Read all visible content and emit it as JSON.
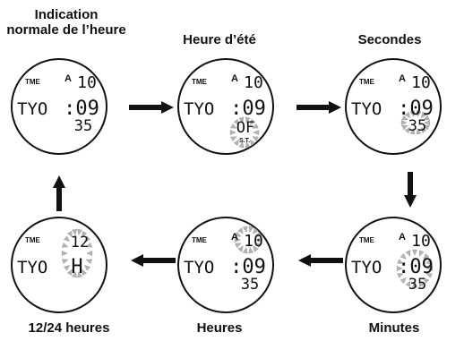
{
  "steps": {
    "normal": {
      "label_line1": "Indication",
      "label_line2": "normale de l’heure",
      "mode": "TME",
      "ampm": "A",
      "city": "TYO",
      "hour": "10",
      "minute": ":09",
      "second": "35",
      "flashing": ""
    },
    "dst": {
      "label": "Heure d’été",
      "mode": "TME",
      "ampm": "A",
      "city": "TYO",
      "hour": "10",
      "minute": ":09",
      "value": "OF",
      "sub": "S.T.",
      "flashing": "dst"
    },
    "seconds": {
      "label": "Secondes",
      "mode": "TME",
      "ampm": "A",
      "city": "TYO",
      "hour": "10",
      "minute": ":09",
      "second": "35",
      "flashing": "seconds"
    },
    "minutes": {
      "label": "Minutes",
      "mode": "TME",
      "ampm": "A",
      "city": "TYO",
      "hour": "10",
      "minute": ":09",
      "second": "35",
      "flashing": "minutes"
    },
    "hours": {
      "label": "Heures",
      "mode": "TME",
      "ampm": "A",
      "city": "TYO",
      "hour": "10",
      "minute": ":09",
      "second": "35",
      "flashing": "hours"
    },
    "format": {
      "label": "12/24 heures",
      "mode": "TME",
      "city": "TYO",
      "value_top": "12",
      "value_bottom": "H",
      "flashing": "format"
    }
  },
  "colors": {
    "ink": "#111111",
    "flash_marker": "#b5b5b5"
  }
}
